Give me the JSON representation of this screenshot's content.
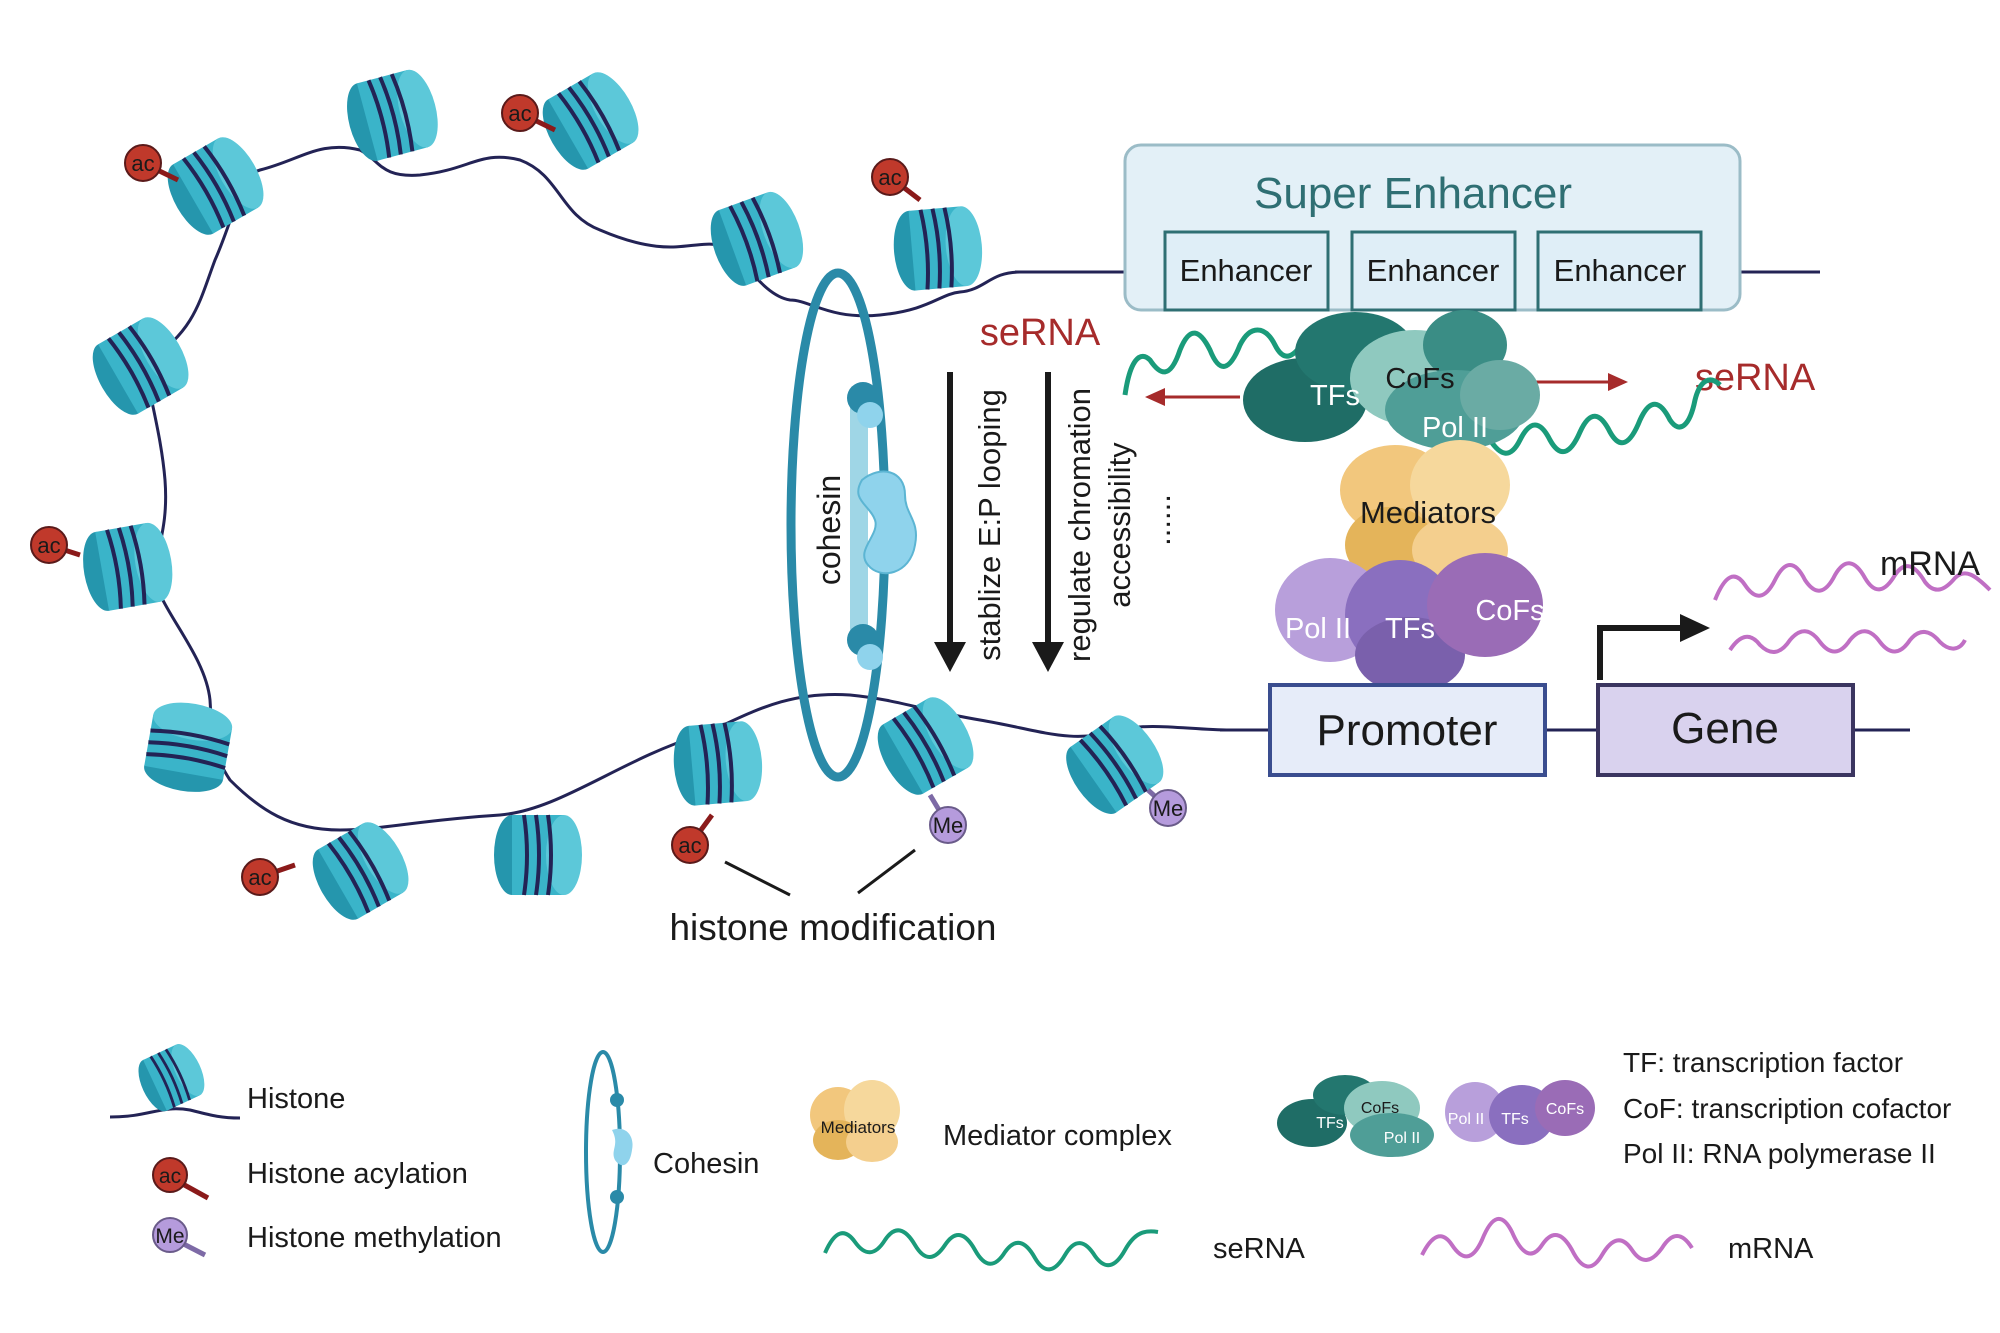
{
  "colors": {
    "histone": "#3ab4c9",
    "histone_dark": "#2596ad",
    "dna": "#232355",
    "acylation": "#c0392b",
    "methylation": "#a98fcf",
    "cohesin_ring": "#2a8aa8",
    "cohesin_protein": "#8fd3ec",
    "enhancer_box_fill": "#e3f0f7",
    "enhancer_box_stroke": "#2f6f73",
    "promoter_fill": "#e6ecf9",
    "promoter_stroke": "#3a4d8f",
    "gene_fill": "#d9d2ee",
    "gene_stroke": "#3b3560",
    "se_rna": "#1a9b7a",
    "mrna": "#c06fc4",
    "se_rna_label": "#a62b2b",
    "teal_complex": "#1f6d66",
    "mediator": "#f2c77d",
    "purple_complex": "#8a6fbf"
  },
  "super_enhancer": {
    "title": "Super Enhancer",
    "enhancers": [
      "Enhancer",
      "Enhancer",
      "Enhancer"
    ]
  },
  "complex_top": {
    "tfs": "TFs",
    "cofs": "CoFs",
    "pol2": "Pol II"
  },
  "mediators_label": "Mediators",
  "complex_bottom": {
    "pol2": "Pol II",
    "tfs": "TFs",
    "cofs": "CoFs"
  },
  "serna_left": "seRNA",
  "serna_right": "seRNA",
  "mrna_label": "mRNA",
  "promoter": "Promoter",
  "gene": "Gene",
  "cohesin_label": "cohesin",
  "functions": {
    "f1": "stablize E:P looping",
    "f2a": "regulate chromation",
    "f2b": "accessibility",
    "more": "......"
  },
  "mod_ac": "ac",
  "mod_me": "Me",
  "histone_modification": "histone modification",
  "legend": {
    "histone": "Histone",
    "acylation": "Histone acylation",
    "methylation": "Histone  methylation",
    "cohesin": "Cohesin",
    "mediator_icon": "Mediators",
    "mediator": "Mediator complex",
    "icon_tfs": "TFs",
    "icon_cofs": "CoFs",
    "icon_pol2": "Pol II",
    "icon_pol2b": "Pol II",
    "icon_tfs2": "TFs",
    "icon_cofs2": "CoFs",
    "tf_def": "TF: transcription factor",
    "cof_def": "CoF: transcription cofactor",
    "pol_def": "Pol II: RNA polymerase II",
    "serna": "seRNA",
    "mrna": "mRNA"
  }
}
